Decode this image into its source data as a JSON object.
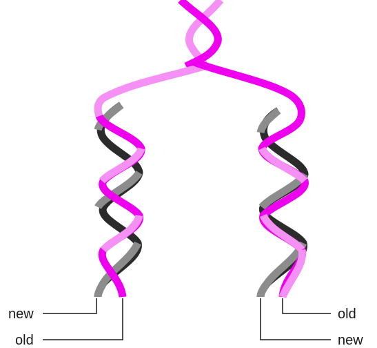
{
  "labels": {
    "left_top": "new",
    "left_bottom": "old",
    "right_top": "old",
    "right_bottom": "new"
  },
  "colors": {
    "old_strand_front": "#ee00ee",
    "old_strand_light": "#f590f5",
    "new_strand_gray": "#8c8c8c",
    "new_strand_dark": "#2b2b2b",
    "background": "#ffffff"
  }
}
